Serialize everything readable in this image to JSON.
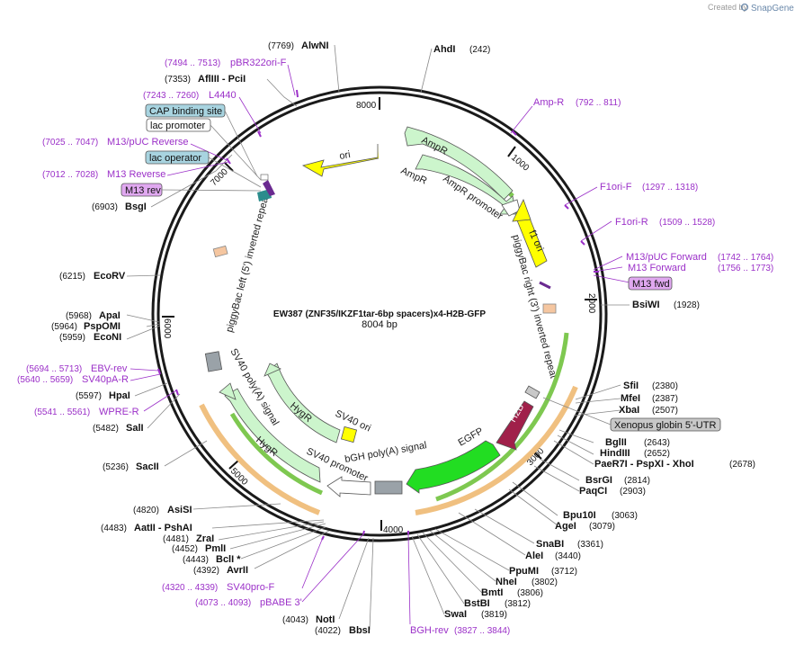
{
  "watermark": {
    "created_by": "Created by",
    "brand": "SnapGene"
  },
  "plasmid": {
    "name": "EW387 (ZNF35/IKZF1tar-6bp spacers)x4-H2B-GFP",
    "length": "8004 bp"
  },
  "ticks": [
    "1000",
    "2000",
    "3000",
    "4000",
    "5000",
    "6000",
    "7000",
    "8000"
  ],
  "sites": [
    {
      "name": "AlwNI",
      "coord": "(7769)"
    },
    {
      "name": "AhdI",
      "coord": "(242)"
    },
    {
      "name": "AflIII  -  PciI",
      "coord": "(7353)"
    },
    {
      "name": "BsgI",
      "coord": "(6903)"
    },
    {
      "name": "EcoRV",
      "coord": "(6215)"
    },
    {
      "name": "ApaI",
      "coord": "(5968)"
    },
    {
      "name": "PspOMI",
      "coord": "(5964)"
    },
    {
      "name": "EcoNI",
      "coord": "(5959)"
    },
    {
      "name": "HpaI",
      "coord": "(5597)"
    },
    {
      "name": "SalI",
      "coord": "(5482)"
    },
    {
      "name": "SacII",
      "coord": "(5236)"
    },
    {
      "name": "AsiSI",
      "coord": "(4820)"
    },
    {
      "name": "AatII  -  PshAI",
      "coord": "(4483)"
    },
    {
      "name": "ZraI",
      "coord": "(4481)"
    },
    {
      "name": "PmlI",
      "coord": "(4452)"
    },
    {
      "name": "BclI *",
      "coord": "(4443)"
    },
    {
      "name": "AvrII",
      "coord": "(4392)"
    },
    {
      "name": "NotI",
      "coord": "(4043)"
    },
    {
      "name": "BbsI",
      "coord": "(4022)"
    },
    {
      "name": "BsiWI",
      "coord": "(1928)"
    },
    {
      "name": "SfiI",
      "coord": "(2380)"
    },
    {
      "name": "MfeI",
      "coord": "(2387)"
    },
    {
      "name": "XbaI",
      "coord": "(2507)"
    },
    {
      "name": "BglII",
      "coord": "(2643)"
    },
    {
      "name": "HindIII",
      "coord": "(2652)"
    },
    {
      "name": "PaeR7I  -  PspXI  -  XhoI",
      "coord": "(2678)"
    },
    {
      "name": "BsrGI",
      "coord": "(2814)"
    },
    {
      "name": "PaqCI",
      "coord": "(2903)"
    },
    {
      "name": "Bpu10I",
      "coord": "(3063)"
    },
    {
      "name": "AgeI",
      "coord": "(3079)"
    },
    {
      "name": "SnaBI",
      "coord": "(3361)"
    },
    {
      "name": "AleI",
      "coord": "(3440)"
    },
    {
      "name": "PpuMI",
      "coord": "(3712)"
    },
    {
      "name": "NheI",
      "coord": "(3802)"
    },
    {
      "name": "BmtI",
      "coord": "(3806)"
    },
    {
      "name": "BstBI",
      "coord": "(3812)"
    },
    {
      "name": "SwaI",
      "coord": "(3819)"
    }
  ],
  "primers": [
    {
      "name": "pBR322ori-F",
      "coord": "(7494 .. 7513)"
    },
    {
      "name": "L4440",
      "coord": "(7243 .. 7260)"
    },
    {
      "name": "M13/pUC Reverse",
      "coord": "(7025 .. 7047)"
    },
    {
      "name": "M13 Reverse",
      "coord": "(7012 .. 7028)"
    },
    {
      "name": "EBV-rev",
      "coord": "(5694 .. 5713)"
    },
    {
      "name": "SV40pA-R",
      "coord": "(5640 .. 5659)"
    },
    {
      "name": "WPRE-R",
      "coord": "(5541 .. 5561)"
    },
    {
      "name": "SV40pro-F",
      "coord": "(4320 .. 4339)"
    },
    {
      "name": "pBABE 3'",
      "coord": "(4073 .. 4093)"
    },
    {
      "name": "BGH-rev",
      "coord": "(3827 .. 3844)"
    },
    {
      "name": "Amp-R",
      "coord": "(792 .. 811)"
    },
    {
      "name": "F1ori-F",
      "coord": "(1297 .. 1318)"
    },
    {
      "name": "F1ori-R",
      "coord": "(1509 .. 1528)"
    },
    {
      "name": "M13/pUC Forward",
      "coord": "(1742 .. 1764)"
    },
    {
      "name": "M13 Forward",
      "coord": "(1756 .. 1773)"
    }
  ],
  "boxes": [
    {
      "name": "CAP binding site",
      "color": "#a8d4e0"
    },
    {
      "name": "lac promoter",
      "color": "#ffffff"
    },
    {
      "name": "lac operator",
      "color": "#a8d4e0"
    },
    {
      "name": "M13 rev",
      "color": "#e0a8f0"
    },
    {
      "name": "M13 fwd",
      "color": "#e0a8f0"
    },
    {
      "name": "Xenopus globin 5'-UTR",
      "color": "#c8c8c8"
    }
  ],
  "features": {
    "ori": "ori",
    "ampr": "AmpR",
    "ampr_promoter": "AmpR promoter",
    "f1_ori": "f1 ori",
    "pb_right": "piggyBac right (3') inverted repeat",
    "pb_left": "piggyBac left (5') inverted repeat",
    "h2b": "H2B",
    "egfp": "EGFP",
    "bgh": "bGH poly(A) signal",
    "sv40_ori": "SV40 ori",
    "hygr": "HygR",
    "sv40_pa": "SV40 poly(A) signal",
    "sv40_promoter": "SV40 promoter"
  },
  "colors": {
    "backbone": "#1a1a1a",
    "primer": "#9b30c8",
    "ori": "#ffff00",
    "ampr": "#ccf5cc",
    "egfp": "#22dd22",
    "h2b": "#a0204a",
    "orange_bar": "#f0c080",
    "green_bar": "#7ec850"
  }
}
